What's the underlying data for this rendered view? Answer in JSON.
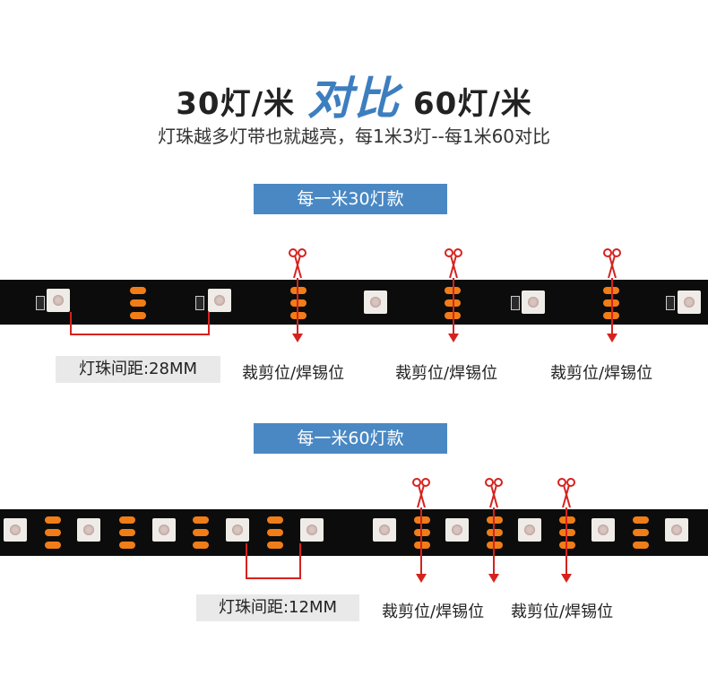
{
  "header": {
    "title_left": "30灯/米",
    "title_mid": "对比",
    "title_right": "60灯/米",
    "subtitle": "灯珠越多灯带也就越亮，每1米3灯--每1米60对比"
  },
  "section30": {
    "badge": "每一米30灯款",
    "distance": "灯珠间距:28MM",
    "cut_labels": [
      "裁剪位/焊锡位",
      "裁剪位/焊锡位",
      "裁剪位/焊锡位"
    ]
  },
  "section60": {
    "badge": "每一米60灯款",
    "distance": "灯珠间距:12MM",
    "cut_labels": [
      "裁剪位/焊锡位",
      "裁剪位/焊锡位"
    ]
  },
  "colors": {
    "accent_blue": "#4a88c4",
    "title_blue": "#3d7ebf",
    "cut_red": "#d6221e",
    "pad_orange": "#f07d18",
    "strip_black": "#0c0c0c"
  },
  "icons": {
    "scissors": "scissors-icon",
    "arrow": "arrow-down-icon"
  }
}
